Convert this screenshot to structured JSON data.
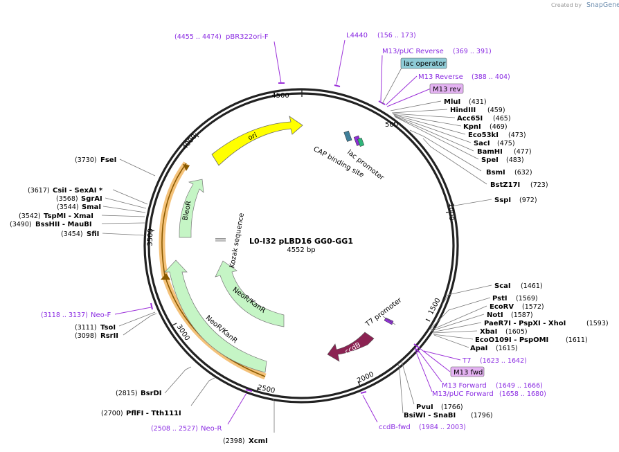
{
  "credit": {
    "prefix": "Created by",
    "brand": "SnapGene"
  },
  "plasmid": {
    "name": "L0-I32 pLBD16 GG0-GG1",
    "size": "4552 bp"
  },
  "ticks": [
    "500",
    "1000",
    "1500",
    "2000",
    "2500",
    "3000",
    "3500",
    "4000",
    "4500"
  ],
  "features": {
    "ori": "ori",
    "ccdb": "ccdB",
    "bleor": "BleoR",
    "neokanr_inner": "NeoR/KanR",
    "neokanr_outer": "NeoR/KanR",
    "lac_promoter": "lac promoter",
    "cap_site": "CAP binding site",
    "t7_promoter": "T7 promoter",
    "kozak": "Kozak sequence"
  },
  "boxed": {
    "lac_operator": "lac operator",
    "m13_rev": "M13 rev",
    "m13_fwd": "M13 fwd"
  },
  "primers": [
    {
      "name": "pBR322ori-F",
      "range": "(4455 .. 4474)"
    },
    {
      "name": "L4440",
      "range": "(156 .. 173)"
    },
    {
      "name": "M13/pUC Reverse",
      "range": "(369 .. 391)"
    },
    {
      "name": "M13 Reverse",
      "range": "(388 .. 404)"
    },
    {
      "name": "T7",
      "range": "(1623 .. 1642)"
    },
    {
      "name": "M13 Forward",
      "range": "(1649 .. 1666)"
    },
    {
      "name": "M13/pUC Forward",
      "range": "(1658 .. 1680)"
    },
    {
      "name": "ccdB-fwd",
      "range": "(1984 .. 2003)"
    },
    {
      "name": "Neo-R",
      "range": "(2508 .. 2527)"
    },
    {
      "name": "Neo-F",
      "range": "(3118 .. 3137)"
    }
  ],
  "enzymes_right": [
    {
      "name": "MluI",
      "pos": "(431)"
    },
    {
      "name": "HindIII",
      "pos": "(459)"
    },
    {
      "name": "Acc65I",
      "pos": "(465)"
    },
    {
      "name": "KpnI",
      "pos": "(469)"
    },
    {
      "name": "Eco53kI",
      "pos": "(473)"
    },
    {
      "name": "SacI",
      "pos": "(475)"
    },
    {
      "name": "BamHI",
      "pos": "(477)"
    },
    {
      "name": "SpeI",
      "pos": "(483)"
    },
    {
      "name": "BsmI",
      "pos": "(632)"
    },
    {
      "name": "BstZ17I",
      "pos": "(723)"
    },
    {
      "name": "SspI",
      "pos": "(972)"
    },
    {
      "name": "ScaI",
      "pos": "(1461)"
    },
    {
      "name": "PstI",
      "pos": "(1569)"
    },
    {
      "name": "EcoRV",
      "pos": "(1572)"
    },
    {
      "name": "NotI",
      "pos": "(1587)"
    },
    {
      "name": "PaeR7I - PspXI - XhoI",
      "pos": "(1593)"
    },
    {
      "name": "XbaI",
      "pos": "(1605)"
    },
    {
      "name": "EcoO109I - PspOMI",
      "pos": "(1611)"
    },
    {
      "name": "ApaI",
      "pos": "(1615)"
    },
    {
      "name": "PvuI",
      "pos": "(1766)"
    },
    {
      "name": "BsiWI - SnaBI",
      "pos": "(1796)"
    }
  ],
  "enzymes_left": [
    {
      "name": "FseI",
      "pos": "(3730)"
    },
    {
      "name": "CsiI - SexAI *",
      "pos": "(3617)"
    },
    {
      "name": "SgrAI",
      "pos": "(3568)"
    },
    {
      "name": "SmaI",
      "pos": "(3544)"
    },
    {
      "name": "TspMI - XmaI",
      "pos": "(3542)"
    },
    {
      "name": "BssHII - MauBI",
      "pos": "(3490)"
    },
    {
      "name": "SfiI",
      "pos": "(3454)"
    },
    {
      "name": "TsoI",
      "pos": "(3111)"
    },
    {
      "name": "RsrII",
      "pos": "(3098)"
    },
    {
      "name": "BsrDI",
      "pos": "(2815)"
    },
    {
      "name": "PflFI - Tth111I",
      "pos": "(2700)"
    },
    {
      "name": "XcmI",
      "pos": "(2398)"
    }
  ],
  "colors": {
    "ori": "#ffff00",
    "ccdb": "#8b2252",
    "green_feature": "#c5f5c5",
    "orange_halo": "#f4c27a",
    "primer": "#9b30d9",
    "lac_operator_box": "#8ecbd6",
    "m13_box": "#e4b3f2"
  }
}
